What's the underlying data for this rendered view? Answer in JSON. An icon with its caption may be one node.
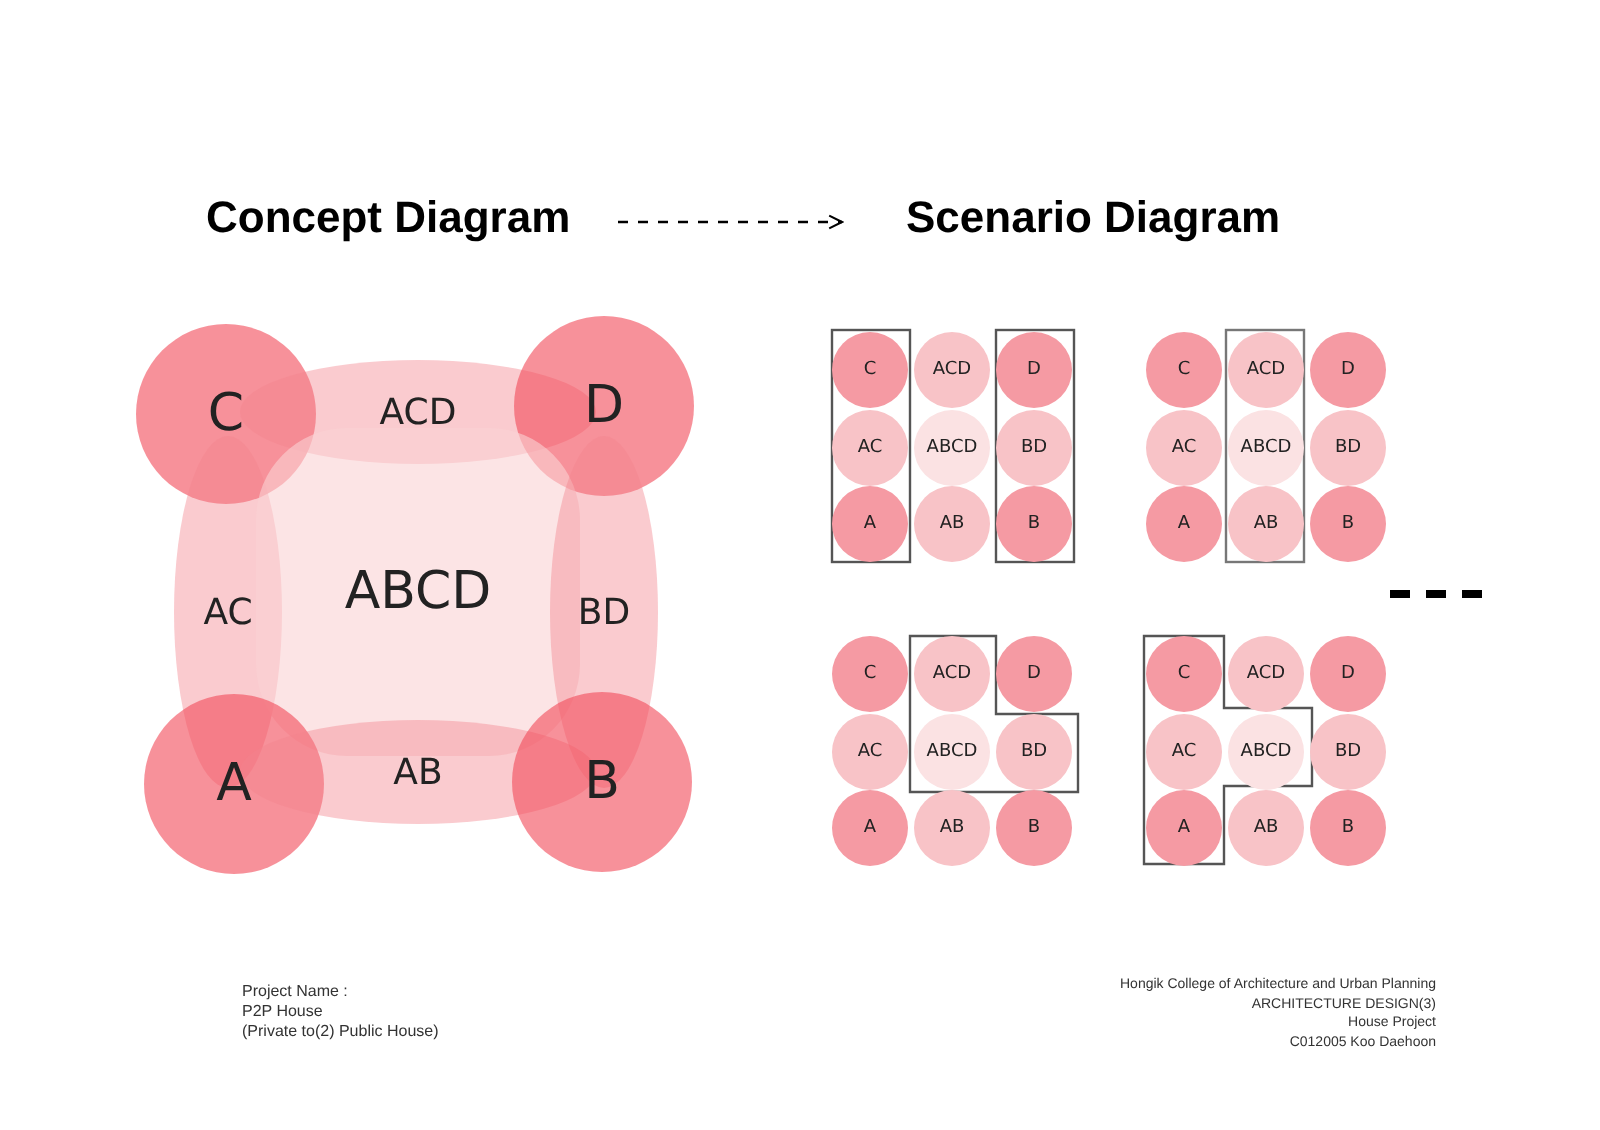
{
  "diagram": {
    "nodes": [
      {
        "text": [
          "Concept Diagram"
        ]
      },
      {
        "text": [
          "Scenario Diagram"
        ]
      },
      {
        "text": [
          "C"
        ]
      },
      {
        "text": [
          "ACD"
        ]
      },
      {
        "text": [
          "D"
        ]
      },
      {
        "text": [
          "AC"
        ]
      },
      {
        "text": [
          "ABCD"
        ]
      },
      {
        "text": [
          "BD"
        ]
      },
      {
        "text": [
          "A"
        ]
      },
      {
        "text": [
          "AB"
        ]
      },
      {
        "text": [
          "B"
        ]
      },
      {
        "text": [
          "C"
        ]
      },
      {
        "text": [
          "ACD"
        ]
      },
      {
        "text": [
          "D"
        ]
      },
      {
        "text": [
          "AC"
        ]
      },
      {
        "text": [
          "ABCD"
        ]
      },
      {
        "text": [
          "BD"
        ]
      },
      {
        "text": [
          "A"
        ]
      },
      {
        "text": [
          "AB"
        ]
      },
      {
        "text": [
          "B"
        ]
      },
      {
        "text": [
          "C"
        ]
      },
      {
        "text": [
          "ACD"
        ]
      },
      {
        "text": [
          "D"
        ]
      },
      {
        "text": [
          "AC"
        ]
      },
      {
        "text": [
          "ABCD"
        ]
      },
      {
        "text": [
          "BD"
        ]
      },
      {
        "text": [
          "A"
        ]
      },
      {
        "text": [
          "AB"
        ]
      },
      {
        "text": [
          "B"
        ]
      },
      {
        "text": [
          "C"
        ]
      },
      {
        "text": [
          "ACD"
        ]
      },
      {
        "text": [
          "D"
        ]
      },
      {
        "text": [
          "AC"
        ]
      },
      {
        "text": [
          "ABCD"
        ]
      },
      {
        "text": [
          "BD"
        ]
      },
      {
        "text": [
          "A"
        ]
      },
      {
        "text": [
          "AB"
        ]
      },
      {
        "text": [
          "B"
        ]
      },
      {
        "text": [
          "C"
        ]
      },
      {
        "text": [
          "ACD"
        ]
      },
      {
        "text": [
          "D"
        ]
      },
      {
        "text": [
          "AC"
        ]
      },
      {
        "text": [
          "ABCD"
        ]
      },
      {
        "text": [
          "BD"
        ]
      },
      {
        "text": [
          "A"
        ]
      },
      {
        "text": [
          "AB"
        ]
      },
      {
        "text": [
          "B"
        ]
      }
    ],
    "edges": [
      {
        "from": 0,
        "to": 1,
        "arrow": "to",
        "style": "dashed"
      }
    ],
    "labels": [
      "Project Name :",
      "P2P House",
      "(Private to(2) Public House)",
      "Hongik College of Architecture and Urban Planning",
      "ARCHITECTURE DESIGN(3)",
      "House Project",
      "C012005 Koo Daehoon"
    ]
  }
}
